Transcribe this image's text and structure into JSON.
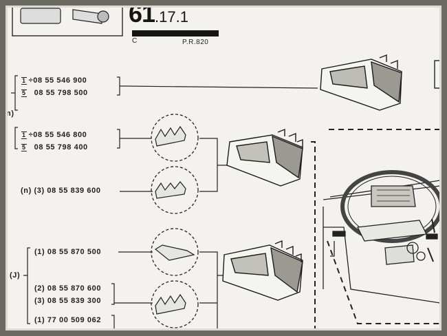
{
  "header": {
    "page_number_main": "61",
    "page_number_sub": ".17.1",
    "section_letter": "C",
    "reference": "P.R.820"
  },
  "parts": {
    "group1_line1_index": "1",
    "group1_line1_code": "÷08 55 546 900",
    "group1_line2_index": "5",
    "group1_line2_code": "08 55 798 500",
    "group1_side_label": "n)",
    "group2_line1_index": "1",
    "group2_line1_code": "÷08 55 546 800",
    "group2_line2_index": "5",
    "group2_line2_code": "08 55 798 400",
    "group3_line1_prefix": "(n)",
    "group3_line1_code": "(3) 08 55 839 600",
    "group4_side_label": "(J)",
    "group4_line1_code": "(1) 08 55 870 500",
    "group4_line2_code": "(2) 08 55 870 600",
    "group4_line3_code": "(3) 08 55 839 300",
    "group5_line1_code": "(1) 77 00 509 062"
  },
  "colors": {
    "paper": "#f3f2ee",
    "ink": "#1e1e1e",
    "background": "#6b6b63"
  }
}
